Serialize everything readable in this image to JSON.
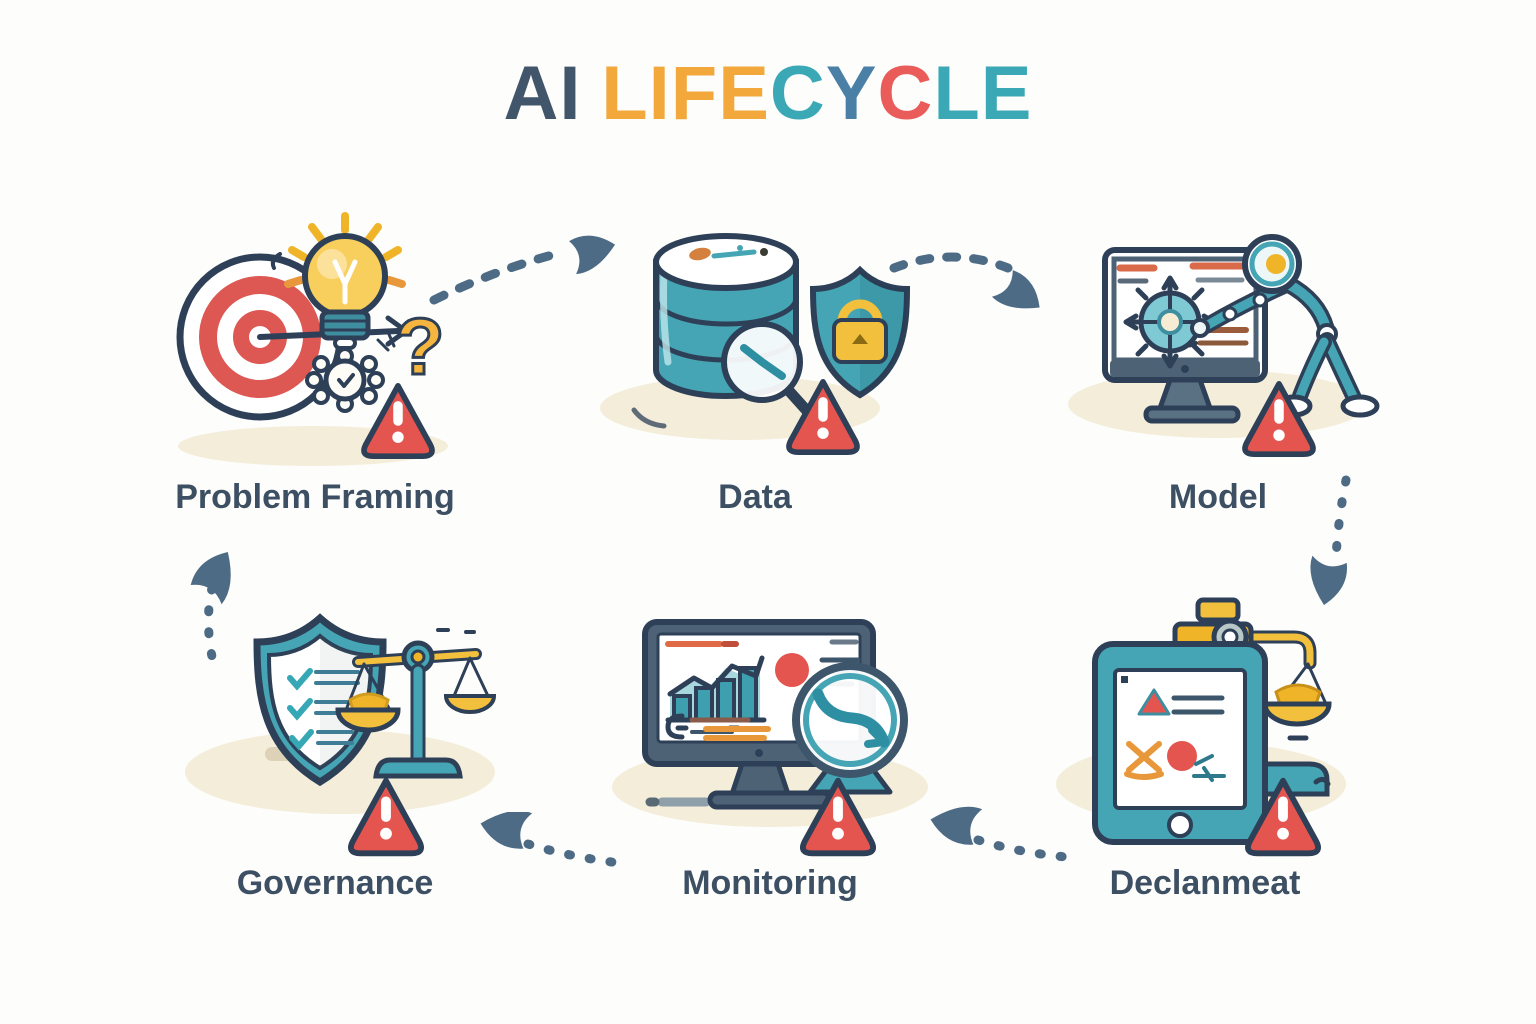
{
  "title": {
    "segments": [
      {
        "text": "AI",
        "color": "#42566b"
      },
      {
        "text": "LIFE",
        "color": "#f3a83c"
      },
      {
        "text": "C",
        "color": "#3aa8b5"
      },
      {
        "text": "Y",
        "color": "#4a80a6"
      },
      {
        "text": "C",
        "color": "#e95c5a"
      },
      {
        "text": "LE",
        "color": "#3aa8b5"
      }
    ]
  },
  "stages": [
    {
      "id": "problem-framing",
      "label": "Problem Framing",
      "icons": [
        "target-icon",
        "lightbulb-icon",
        "gear-icon",
        "question-mark-icon",
        "warning-triangle-icon"
      ]
    },
    {
      "id": "data",
      "label": "Data",
      "icons": [
        "database-icon",
        "magnifier-icon",
        "shield-lock-icon",
        "warning-triangle-icon"
      ]
    },
    {
      "id": "model",
      "label": "Model",
      "icons": [
        "monitor-icon",
        "gear-compass-icon",
        "robot-icon",
        "warning-triangle-icon"
      ]
    },
    {
      "id": "deployment",
      "label": "Declanmeat",
      "icons": [
        "tablet-icon",
        "balance-scale-icon",
        "warning-triangle-icon"
      ]
    },
    {
      "id": "monitoring",
      "label": "Monitoring",
      "icons": [
        "dashboard-monitor-icon",
        "magnifier-icon",
        "warning-triangle-icon"
      ]
    },
    {
      "id": "governance",
      "label": "Governance",
      "icons": [
        "shield-checklist-icon",
        "balance-scale-icon",
        "warning-triangle-icon"
      ]
    }
  ],
  "arrows": [
    {
      "from": "Problem Framing",
      "to": "Data"
    },
    {
      "from": "Data",
      "to": "Model"
    },
    {
      "from": "Model",
      "to": "Declanmeat"
    },
    {
      "from": "Declanmeat",
      "to": "Monitoring"
    },
    {
      "from": "Monitoring",
      "to": "Governance"
    },
    {
      "from": "Governance",
      "to": "Problem Framing"
    }
  ],
  "colors": {
    "navy": "#2e4057",
    "teal": "#45a5b4",
    "yellow": "#f2c03c",
    "orange": "#e8983a",
    "red": "#e4554f",
    "slate": "#4e6276",
    "beige": "#f4edda",
    "label": "#3d4f63",
    "arrow": "#4d6b85"
  }
}
